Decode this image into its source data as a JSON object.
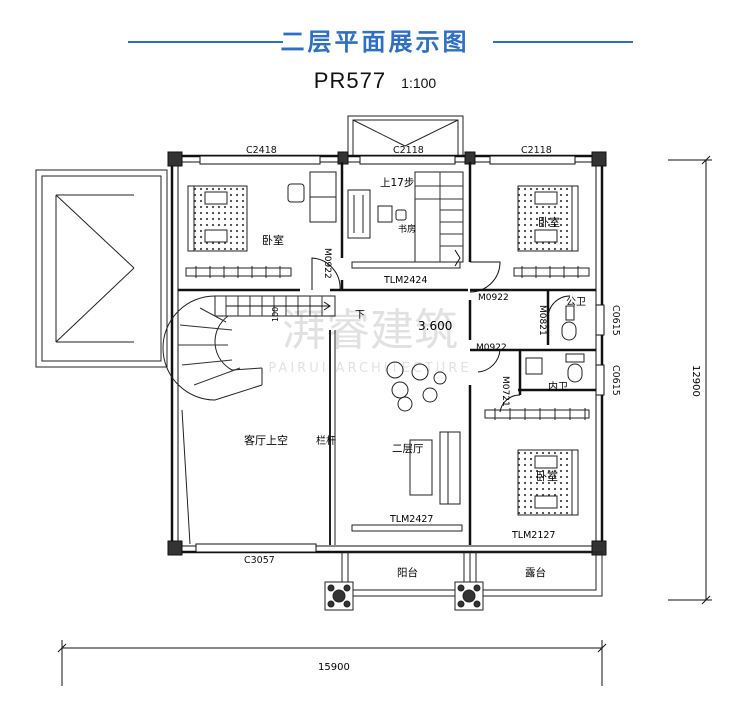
{
  "header": {
    "title": "二层平面展示图",
    "plan_code": "PR577",
    "scale": "1:100",
    "accent_color": "#2f6fc2"
  },
  "windows": {
    "top_left": "C2418",
    "top_mid": "C2118",
    "top_right": "C2118",
    "right_upper": "C0615",
    "right_lower": "C0615",
    "bottom_left": "C3057"
  },
  "doors": {
    "bedroom_left": "M0922",
    "study_slider": "TLM2424",
    "right_bedroom_door": "M0922",
    "wc_door": "M0821",
    "inner_wc_door_upper": "M0922",
    "inner_wc_door_lower": "M0721",
    "living_slider": "TLM2427",
    "right_bedroom_slider": "TLM2127"
  },
  "rooms": {
    "bedroom_left": "卧室",
    "study": "书房",
    "stairs_up": "上17步",
    "bedroom_right_top": "卧室",
    "public_wc": "公卫",
    "inner_wc": "内卫",
    "bedroom_right_bottom": "卧室",
    "living_void": "客厅上空",
    "railing": "栏杆",
    "hall": "二层厅",
    "balcony": "阳台",
    "terrace": "露台",
    "stair_down": "下",
    "stair_dim": "100"
  },
  "levels": {
    "floor_level": "3.600"
  },
  "dimensions": {
    "total_width": "15900",
    "total_depth": "12900"
  },
  "watermark": {
    "text": "湃睿建筑",
    "subtext": "PAIRUI ARCHITECTURE"
  }
}
